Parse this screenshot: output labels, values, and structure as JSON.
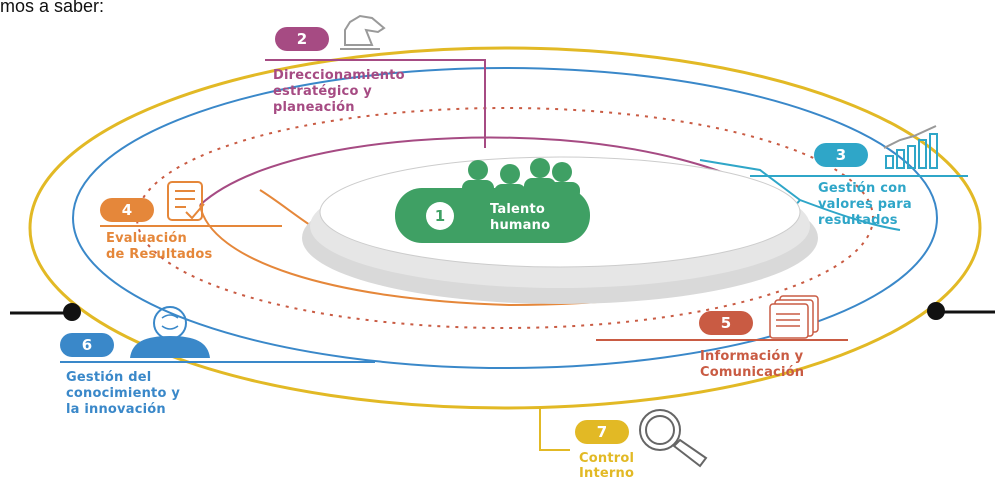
{
  "header_fragment": "mos a saber:",
  "colors": {
    "gold": "#e2b925",
    "purple": "#a64b83",
    "teal": "#2fa6c8",
    "orange": "#e5873a",
    "red": "#c95b43",
    "blue": "#3a88c9",
    "green": "#3fa064",
    "icon_gray": "#8a8a8a"
  },
  "center": {
    "number": "1",
    "line1": "Talento",
    "line2": "humano",
    "icon": "people-group-icon"
  },
  "dimensions": [
    {
      "number": "2",
      "lines": [
        "Direccionamiento",
        "estratégico y",
        "planeación"
      ],
      "icon": "chess-knight-icon"
    },
    {
      "number": "3",
      "lines": [
        "Gestión con",
        "valores para",
        "resultados"
      ],
      "icon": "bar-chart-icon"
    },
    {
      "number": "4",
      "lines": [
        "Evaluación",
        "de Resultados"
      ],
      "icon": "checklist-icon"
    },
    {
      "number": "5",
      "lines": [
        "Información y",
        "Comunicación"
      ],
      "icon": "documents-icon"
    },
    {
      "number": "6",
      "lines": [
        "Gestión del",
        "conocimiento y",
        "la innovación"
      ],
      "icon": "head-brain-icon"
    },
    {
      "number": "7",
      "lines": [
        "Control",
        "Interno"
      ],
      "icon": "magnifier-icon"
    }
  ]
}
